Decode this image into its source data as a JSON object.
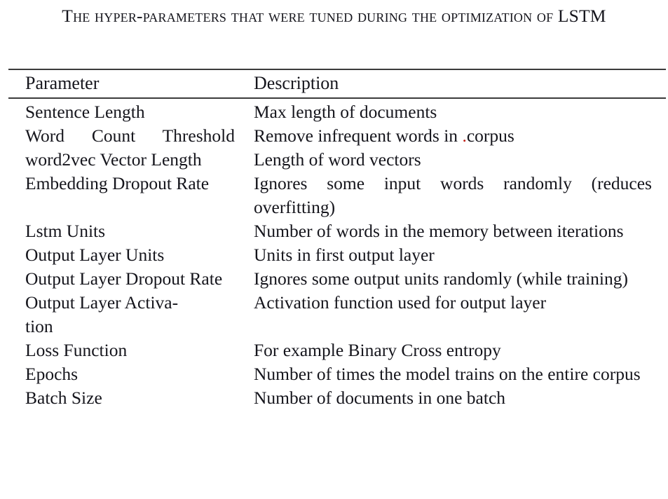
{
  "caption": {
    "line1": "The hyper-parameters that were tuned during the optimization",
    "line2": "of LSTM",
    "full": "The hyper-parameters that were tuned during the optimization of LSTM"
  },
  "table": {
    "columns": [
      "Parameter",
      "Description"
    ],
    "rows": [
      {
        "parameter": "Sentence Length",
        "description": "Max length of documents"
      },
      {
        "parameter": "Word Count Threshold",
        "description_before_mark": "Remove infrequent words in ",
        "description_mark": ".",
        "description_after_mark": "corpus",
        "description": "Remove infrequent words in .corpus"
      },
      {
        "parameter": "word2vec Vector Length",
        "description": "Length of word vectors"
      },
      {
        "parameter": "Embedding Dropout Rate",
        "description": "Ignores some input words randomly (reduces overfitting)"
      },
      {
        "parameter": "Lstm Units",
        "description": "Number of words in the memory between iterations"
      },
      {
        "parameter": "Output Layer Units",
        "description": "Units in first output layer"
      },
      {
        "parameter": "Output Layer Dropout Rate",
        "description": "Ignores some output units randomly (while training)"
      },
      {
        "parameter": "Output Layer Activa-tion",
        "parameter_line1": "Output Layer Activa-",
        "parameter_line2": "tion",
        "description": "Activation function used for output layer"
      },
      {
        "parameter": "Loss Function",
        "description": "For example Binary Cross entropy"
      },
      {
        "parameter": "Epochs",
        "description": "Number of times the model trains on the entire corpus"
      },
      {
        "parameter": "Batch Size",
        "description": "Number of documents in one batch"
      }
    ]
  },
  "colors": {
    "text": "#15151c",
    "rule": "#3b3b3b",
    "background": "#ffffff",
    "annotation_mark": "#c02018"
  }
}
